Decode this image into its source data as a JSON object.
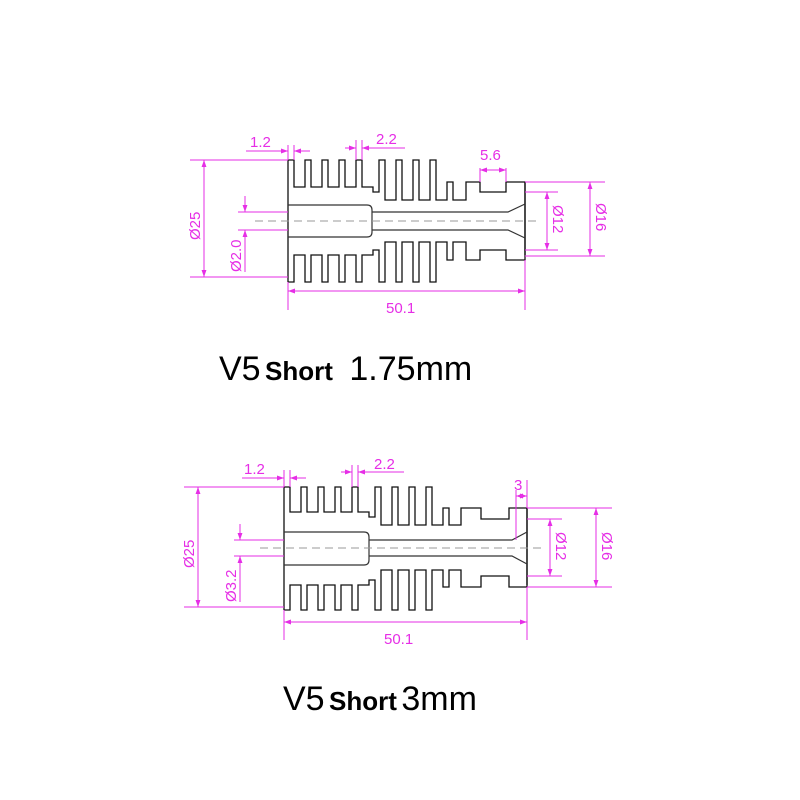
{
  "colors": {
    "dimension": "#e62ee6",
    "outline": "#111111",
    "centerline": "#999999",
    "background": "#ffffff"
  },
  "drawings": [
    {
      "caption": {
        "model": "V5",
        "variant": "Short",
        "filament": "1.75mm"
      },
      "dimensions": {
        "fin_thickness": "1.2",
        "fin_gap": "2.2",
        "tip_length": "5.6",
        "outer_diameter": "Ø25",
        "bore_diameter": "Ø2.0",
        "neck_diameter": "Ø12",
        "tip_diameter": "Ø16",
        "total_length": "50.1"
      }
    },
    {
      "caption": {
        "model": "V5",
        "variant": "Short",
        "filament": "3mm"
      },
      "dimensions": {
        "fin_thickness": "1.2",
        "fin_gap": "2.2",
        "tip_length": "3",
        "outer_diameter": "Ø25",
        "bore_diameter": "Ø3.2",
        "neck_diameter": "Ø12",
        "tip_diameter": "Ø16",
        "total_length": "50.1"
      }
    }
  ]
}
